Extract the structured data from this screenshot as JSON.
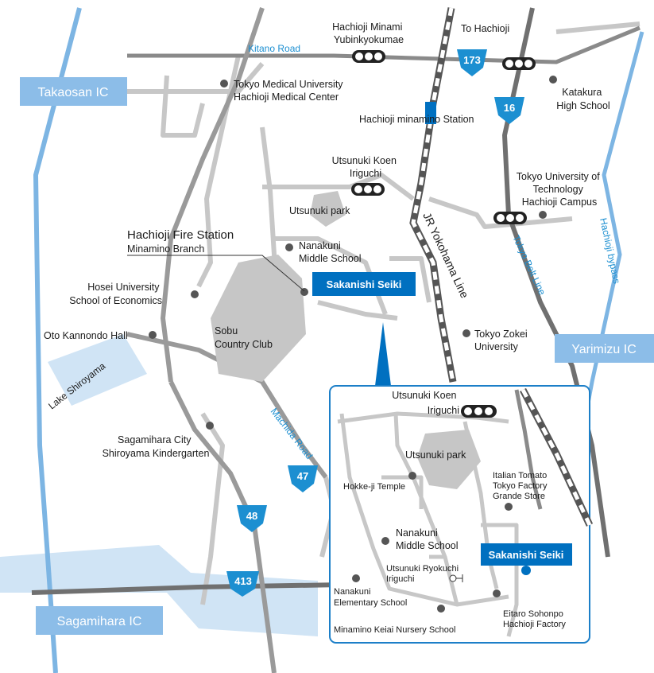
{
  "colors": {
    "road_gray": "#bdbdbd",
    "road_dark": "#707070",
    "expressway_blue": "#7db5e3",
    "water": "#d0e4f5",
    "park": "#c6c6c6",
    "accent_blue": "#0070c0",
    "ic_box": "#8cbde8",
    "route_shield": "#1c8fd1"
  },
  "interchanges": {
    "takaosan": "Takaosan IC",
    "yarimizu": "Yarimizu IC",
    "sagamihara": "Sagamihara IC"
  },
  "roads": {
    "kitano": "Kitano Road",
    "machida": "Machida Road",
    "hachioji_bypass": "Hachioji bypass",
    "tokyo_belt": "Tokyo Belt Line",
    "jr_yokohama": "JR Yokohama Line",
    "to_hachioji": "To Hachioji"
  },
  "routes": {
    "r173": "173",
    "r16": "16",
    "r47": "47",
    "r48": "48",
    "r413": "413"
  },
  "places": {
    "hachioji_minami_1": "Hachioji Minami",
    "hachioji_minami_2": "Yubinkyokumae",
    "tmu_1": "Tokyo Medical University",
    "tmu_2": "Hachioji Medical Center",
    "katakura_1": "Katakura",
    "katakura_2": "High School",
    "minamino_station": "Hachioji minamino Station",
    "utsunuki_koen_1": "Utsunuki Koen",
    "utsunuki_koen_2": "Iriguchi",
    "tut_1": "Tokyo University of",
    "tut_2": "Technology",
    "tut_3": "Hachioji Campus",
    "utsunuki_park": "Utsunuki park",
    "fire_station_1": "Hachioji Fire Station",
    "fire_station_2": "Minamino Branch",
    "nanakuni_ms_1": "Nanakuni",
    "nanakuni_ms_2": "Middle School",
    "hosei_1": "Hosei University",
    "hosei_2": "School of Economics",
    "oto_kannondo": "Oto Kannondo Hall",
    "sobu_1": "Sobu",
    "sobu_2": "Country Club",
    "lake_shiroyama": "Lake Shiroyama",
    "tokyo_zokei_1": "Tokyo Zokei",
    "tokyo_zokei_2": "University",
    "sagamihara_k_1": "Sagamihara City",
    "sagamihara_k_2": "Shiroyama Kindergarten"
  },
  "target": "Sakanishi Seiki",
  "inset": {
    "utsunuki_koen_1": "Utsunuki Koen",
    "utsunuki_koen_2": "Iriguchi",
    "utsunuki_park": "Utsunuki park",
    "hokkeji": "Hokke-ji Temple",
    "italian_1": "Italian Tomato",
    "italian_2": "Tokyo Factory",
    "italian_3": "Grande Store",
    "nanakuni_ms_1": "Nanakuni",
    "nanakuni_ms_2": "Middle School",
    "target": "Sakanishi Seiki",
    "ryokuchi_1": "Utsunuki Ryokuchi",
    "ryokuchi_2": "Iriguchi",
    "nanakuni_es_1": "Nanakuni",
    "nanakuni_es_2": "Elementary School",
    "eitaro_1": "Eitaro Sohonpo",
    "eitaro_2": "Hachioji Factory",
    "keiai": "Minamino Keiai Nursery School"
  }
}
